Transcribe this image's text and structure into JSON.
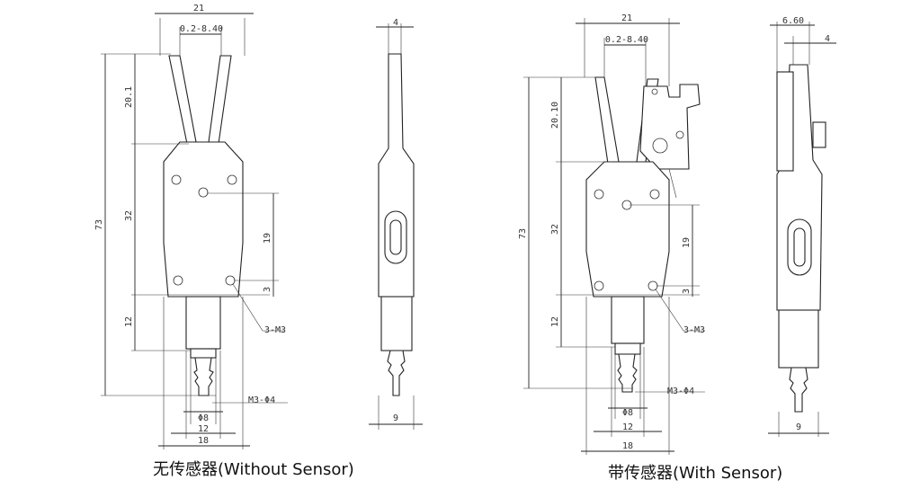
{
  "left_drawing": {
    "caption": "无传感器(Without Sensor)",
    "dims": {
      "top_width": "21",
      "stroke": "0.2-8.40",
      "jaw_len": "20.1",
      "total_h": "73",
      "body_h": "32",
      "hole_pitch_v": "19",
      "hole_offset": "3",
      "lower_h": "12",
      "screw": "3-M3",
      "fitting": "M3-Φ4",
      "dia8": "Φ8",
      "w12": "12",
      "w18": "18"
    },
    "side": {
      "top": "4",
      "bottom": "9"
    }
  },
  "right_drawing": {
    "caption": "带传感器(With Sensor)",
    "dims": {
      "top_width": "21",
      "stroke": "0.2-8.40",
      "jaw_len": "20.10",
      "total_h": "73",
      "body_h": "32",
      "hole_pitch_v": "19",
      "hole_offset": "3",
      "lower_h": "12",
      "screw": "3-M3",
      "fitting": "M3-Φ4",
      "dia8": "Φ8",
      "w12": "12",
      "w18": "18"
    },
    "side": {
      "top_a": "6.60",
      "top_b": "4",
      "bottom": "9"
    }
  }
}
